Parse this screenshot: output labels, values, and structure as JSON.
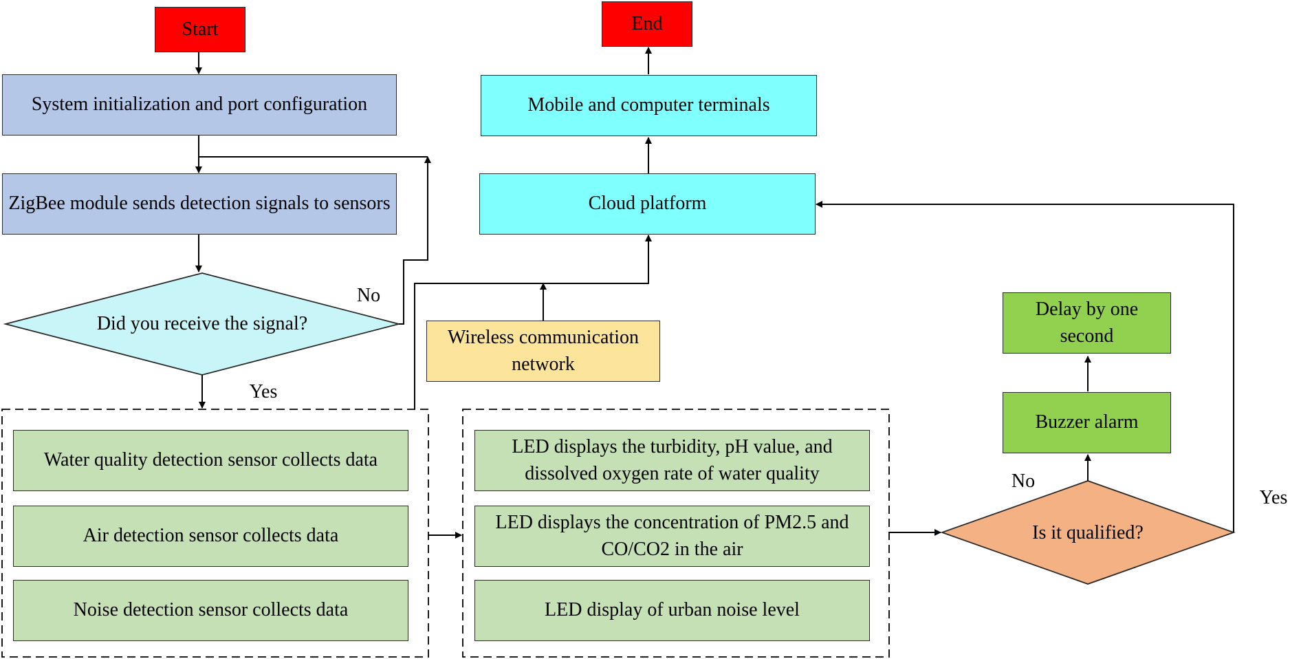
{
  "colors": {
    "terminal": "#ff0000",
    "process_blue": "#b4c7e7",
    "decision_cyan": "#c8f5f7",
    "cloud_cyan": "#80ffff",
    "network_yellow": "#fde49b",
    "sensor_green": "#c5e0b4",
    "alarm_green": "#92d050",
    "decision_orange": "#f4b183"
  },
  "nodes": {
    "start": "Start",
    "end": "End",
    "init": "System initialization and port configuration",
    "zigbee": "ZigBee module sends detection signals to sensors",
    "received": "Did you receive the signal?",
    "water_sensor": "Water quality detection sensor collects data",
    "air_sensor": "Air detection sensor collects data",
    "noise_sensor": "Noise detection sensor collects data",
    "led_water": "LED displays the turbidity, pH value, and dissolved oxygen rate of water quality",
    "led_air": "LED displays the concentration of PM2.5 and CO/CO2 in the air",
    "led_noise": "LED display of urban noise level",
    "wireless": "Wireless communication network",
    "cloud": "Cloud platform",
    "terminals": "Mobile and computer terminals",
    "qualified": "Is it qualified?",
    "buzzer": "Buzzer alarm",
    "delay": "Delay by one second"
  },
  "edge_labels": {
    "received_no": "No",
    "received_yes": "Yes",
    "qualified_no": "No",
    "qualified_yes": "Yes"
  }
}
